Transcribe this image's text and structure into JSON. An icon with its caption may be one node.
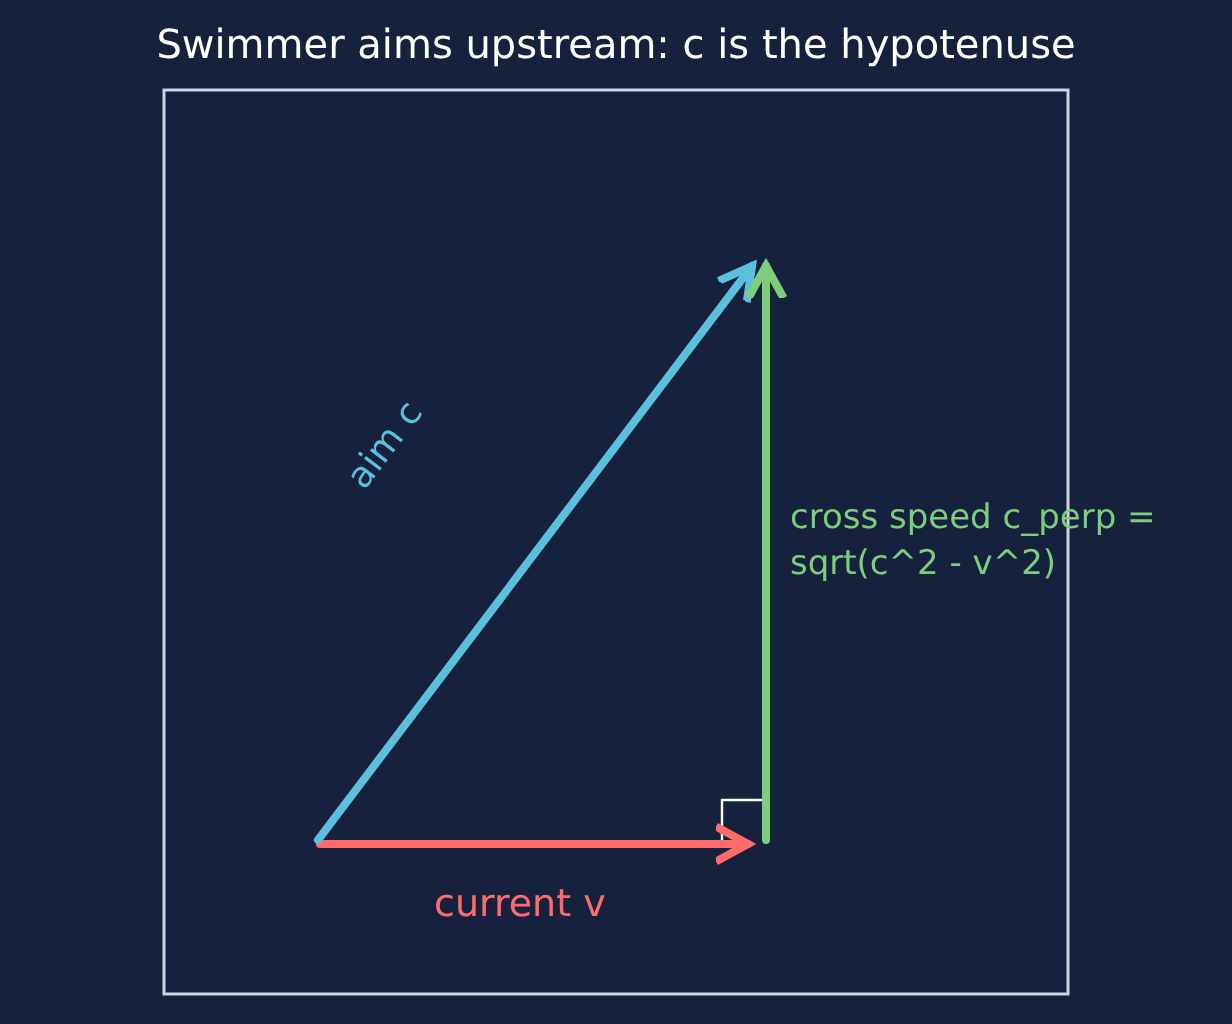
{
  "diagram": {
    "title": "Swimmer aims upstream: c is the hypotenuse",
    "labels": [
      "aim c",
      "cross speed c_perp = sqrt(c^2 - v^2)",
      "current v"
    ]
  }
}
